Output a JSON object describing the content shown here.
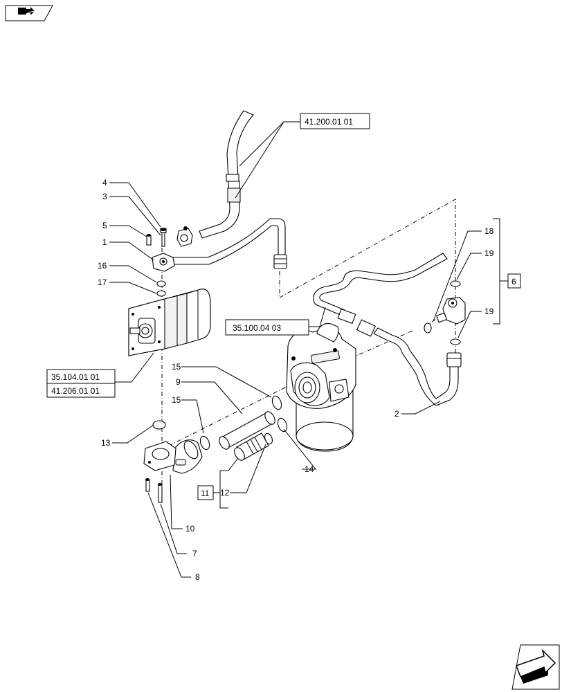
{
  "nav": {
    "prev_icon": "folder-arrow-icon",
    "next_icon": "arrow-next-icon"
  },
  "callouts": {
    "c1": "1",
    "c2": "2",
    "c3": "3",
    "c4": "4",
    "c5": "5",
    "c7": "7",
    "c8": "8",
    "c9": "9",
    "c10": "10",
    "c12": "12",
    "c13": "13",
    "c14": "14",
    "c15a": "15",
    "c15b": "15",
    "c16": "16",
    "c17": "17",
    "c18": "18",
    "c19a": "19",
    "c19b": "19"
  },
  "boxed": {
    "b6": "6",
    "b11": "11"
  },
  "references": {
    "r1": "41.200.01 01",
    "r2": "35.100.04 03",
    "r3": "35.104.01 01",
    "r4": "41.206.01 01"
  }
}
